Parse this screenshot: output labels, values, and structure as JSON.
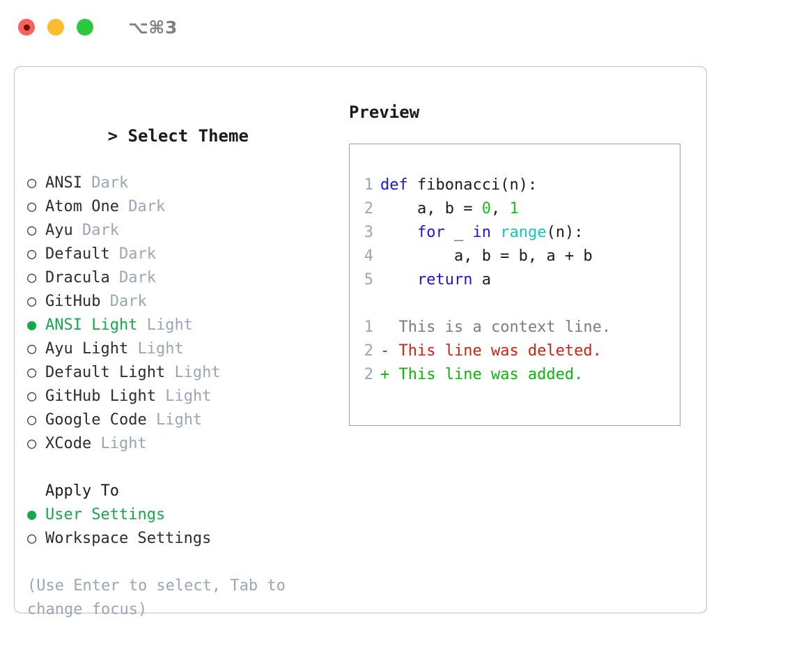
{
  "window": {
    "title": "⌥⌘3",
    "controls": [
      {
        "name": "close",
        "color": "#fc6058"
      },
      {
        "name": "minimize",
        "color": "#fdbc2e"
      },
      {
        "name": "maximize",
        "color": "#2bc940"
      }
    ]
  },
  "colors": {
    "accent_green": "#17a84a",
    "muted": "#9aa6b6",
    "text": "#2b2b33",
    "keyword_blue": "#1a17e0",
    "builtin_cyan": "#13c6c6",
    "number_green": "#15c415",
    "diff_add": "#0bb50b",
    "diff_del": "#cc2211",
    "diff_ctx": "#7c7c7c",
    "panel_border": "#b6c0cc",
    "code_border": "#93a0b0"
  },
  "theme_picker": {
    "prompt": ">",
    "title": "Select Theme",
    "bullet_off": "○",
    "bullet_on": "●",
    "items": [
      {
        "name": "ANSI",
        "tag": "Dark",
        "selected": false
      },
      {
        "name": "Atom One",
        "tag": "Dark",
        "selected": false
      },
      {
        "name": "Ayu",
        "tag": "Dark",
        "selected": false
      },
      {
        "name": "Default",
        "tag": "Dark",
        "selected": false
      },
      {
        "name": "Dracula",
        "tag": "Dark",
        "selected": false
      },
      {
        "name": "GitHub",
        "tag": "Dark",
        "selected": false
      },
      {
        "name": "ANSI Light",
        "tag": "Light",
        "selected": true
      },
      {
        "name": "Ayu Light",
        "tag": "Light",
        "selected": false
      },
      {
        "name": "Default Light",
        "tag": "Light",
        "selected": false
      },
      {
        "name": "GitHub Light",
        "tag": "Light",
        "selected": false
      },
      {
        "name": "Google Code",
        "tag": "Light",
        "selected": false
      },
      {
        "name": "XCode",
        "tag": "Light",
        "selected": false
      }
    ]
  },
  "apply_to": {
    "title": "Apply To",
    "items": [
      {
        "name": "User Settings",
        "selected": true
      },
      {
        "name": "Workspace Settings",
        "selected": false
      }
    ]
  },
  "hint": "(Use Enter to select, Tab to change focus)",
  "preview": {
    "title": "Preview",
    "code_lines": [
      {
        "number": "1",
        "tokens": [
          {
            "t": "def",
            "c": "kw"
          },
          {
            "t": " ",
            "c": "plain"
          },
          {
            "t": "fibonacci",
            "c": "plain"
          },
          {
            "t": "(n):",
            "c": "plain"
          }
        ]
      },
      {
        "number": "2",
        "tokens": [
          {
            "t": "    a, b = ",
            "c": "plain"
          },
          {
            "t": "0",
            "c": "num"
          },
          {
            "t": ", ",
            "c": "plain"
          },
          {
            "t": "1",
            "c": "num"
          }
        ]
      },
      {
        "number": "3",
        "tokens": [
          {
            "t": "    ",
            "c": "plain"
          },
          {
            "t": "for",
            "c": "kw"
          },
          {
            "t": " _ ",
            "c": "plain"
          },
          {
            "t": "in",
            "c": "kw"
          },
          {
            "t": " ",
            "c": "plain"
          },
          {
            "t": "range",
            "c": "fn"
          },
          {
            "t": "(n):",
            "c": "plain"
          }
        ]
      },
      {
        "number": "4",
        "tokens": [
          {
            "t": "        a, b = b, a + b",
            "c": "plain"
          }
        ]
      },
      {
        "number": "5",
        "tokens": [
          {
            "t": "    ",
            "c": "plain"
          },
          {
            "t": "return",
            "c": "kw"
          },
          {
            "t": " a",
            "c": "plain"
          }
        ]
      }
    ],
    "diff_lines": [
      {
        "number": "1",
        "marker": " ",
        "text": "This is a context line.",
        "kind": "ctx"
      },
      {
        "number": "2",
        "marker": "-",
        "text": "This line was deleted.",
        "kind": "del"
      },
      {
        "number": "2",
        "marker": "+",
        "text": "This line was added.",
        "kind": "add"
      }
    ]
  }
}
